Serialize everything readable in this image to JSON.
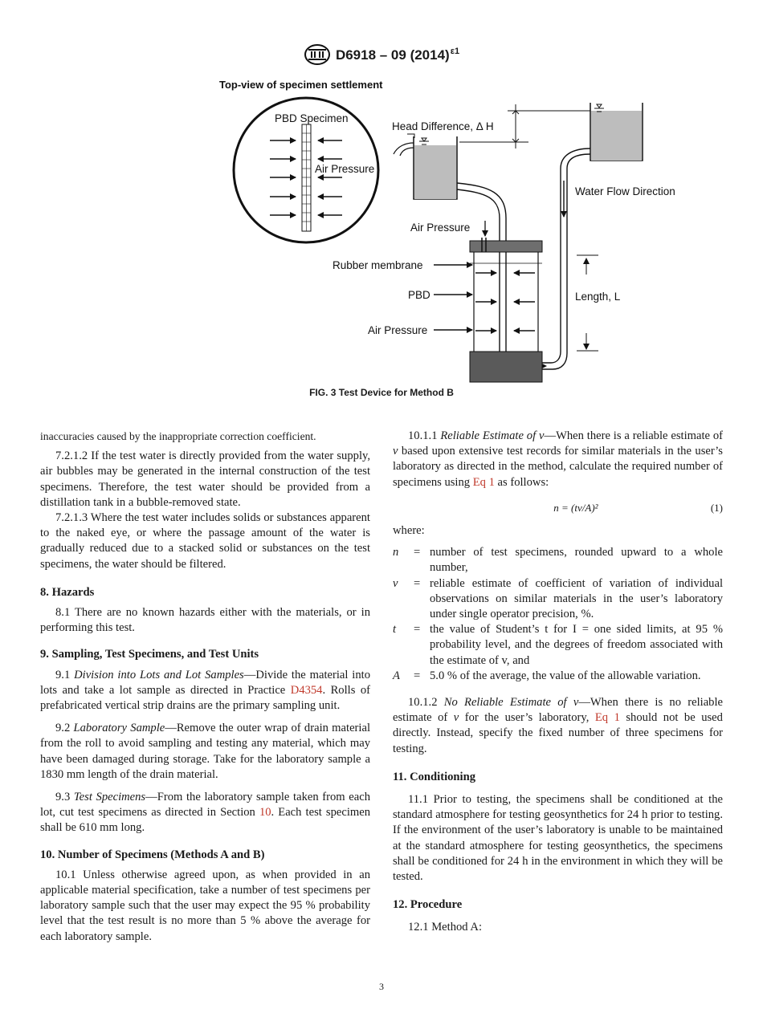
{
  "header": {
    "designation": "D6918 – 09 (2014)",
    "superscript": "ε1"
  },
  "figure": {
    "topview_title": "Top-view of specimen settlement",
    "labels": {
      "pbd_specimen": "PBD Specimen",
      "air_pressure_inset": "Air Pressure",
      "head_difference": "Head Difference, Δ H",
      "water_flow": "Water Flow Direction",
      "air_pressure_top": "Air Pressure",
      "rubber_membrane": "Rubber membrane",
      "pbd": "PBD",
      "length": "Length, L",
      "air_pressure_side": "Air Pressure"
    },
    "caption": "FIG. 3  Test Device for Method B"
  },
  "left": {
    "p0": "inaccuracies caused by the inappropriate correction coefficient.",
    "p7212": "7.2.1.2  If the test water is directly provided from the water supply, air bubbles may be generated in the internal construction of the test specimens. Therefore, the test water should be provided from a distillation tank in a bubble-removed state.",
    "p7213": "7.2.1.3  Where the test water includes solids or substances apparent to the naked eye, or where the passage amount of the water is gradually reduced due to a stacked solid or substances on the test specimens, the water should be filtered.",
    "h8": "8.  Hazards",
    "p81": "8.1  There are no known hazards either with the materials, or in performing this test.",
    "h9": "9.  Sampling, Test Specimens, and Test Units",
    "p91_num": "9.1 ",
    "p91_title": "Division into Lots and Lot Samples",
    "p91_text": "—Divide the material into lots and take a lot sample as directed in Practice ",
    "p91_link": "D4354",
    "p91_tail": ". Rolls of prefabricated vertical strip drains are the primary sampling unit.",
    "p92_num": "9.2 ",
    "p92_title": "Laboratory Sample",
    "p92_text": "—Remove the outer wrap of drain material from the roll to avoid sampling and testing any material, which may have been damaged during storage. Take for the laboratory sample a 1830 mm length of the drain material.",
    "p93_num": "9.3 ",
    "p93_title": "Test Specimens",
    "p93_text": "—From the laboratory sample taken from each lot, cut test specimens as directed in Section ",
    "p93_link": "10",
    "p93_tail": ". Each test specimen shall be 610 mm long.",
    "h10": "10.  Number of Specimens (Methods A and B)",
    "p101": "10.1  Unless otherwise agreed upon, as when provided in an applicable material specification, take a number of test specimens per laboratory sample such that the user may expect the 95 % probability level that the test result is no more than 5 % above the average for each laboratory sample."
  },
  "right": {
    "p1011_num": "10.1.1 ",
    "p1011_title": "Reliable Estimate of v",
    "p1011_text1": "—When there is a reliable estimate of ",
    "p1011_v": "v",
    "p1011_text2": " based upon extensive test records for similar materials in the user’s laboratory as directed in the method, calculate the required number of specimens using ",
    "p1011_link": "Eq 1",
    "p1011_tail": " as follows:",
    "equation": "n = (tv/A)²",
    "equation_number": "(1)",
    "where": "where:",
    "definitions": [
      {
        "sym": "n",
        "text": "number of test specimens, rounded upward to a whole number,"
      },
      {
        "sym": "v",
        "text": "reliable estimate of coefficient of variation of individual observations on similar materials in the user’s laboratory under single operator precision, %."
      },
      {
        "sym": "t",
        "text": "the value of Student’s t for I = one sided limits, at 95 % probability level, and the degrees of freedom associated with the estimate of v, and"
      },
      {
        "sym": "A",
        "text": "5.0 % of the average, the value of the allowable variation."
      }
    ],
    "p1012_num": "10.1.2 ",
    "p1012_title": "No Reliable Estimate of v",
    "p1012_text1": "—When there is no reliable estimate of ",
    "p1012_v": "v",
    "p1012_text2": " for the user’s laboratory, ",
    "p1012_link": "Eq 1",
    "p1012_tail": " should not be used directly. Instead, specify the fixed number of three specimens for testing.",
    "h11": "11.  Conditioning",
    "p111": "11.1  Prior to testing, the specimens shall be conditioned at the standard atmosphere for testing geosynthetics for 24 h prior to testing. If the environment of the user’s laboratory is unable to be maintained at the standard atmosphere for testing geosynthetics, the specimens shall be conditioned for 24 h in the environment in which they will be tested.",
    "h12": "12.  Procedure",
    "p121": "12.1  Method A:"
  },
  "page_number": "3"
}
